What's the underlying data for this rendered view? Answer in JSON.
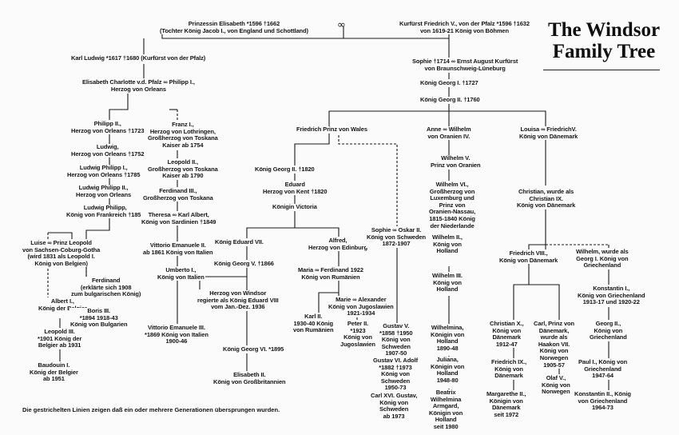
{
  "title": "The Windsor\nFamily Tree",
  "marriage_symbol": "∞",
  "footnote": "Die gestrichelten Linien zeigen daß ein oder mehrere Generationen übersprungen wurden.",
  "people": {
    "elisabeth": "Prinzessin Elisabeth *1596 †1662\n(Tochter König Jacob I., von England und Schottland)",
    "friedrich_v": "Kurfürst Friedrich V., von der Pfalz *1596 †1632\nvon 1619-21 König von Böhmen",
    "karl_ludwig": "Karl Ludwig *1617 †1680 (Kurfürst von der Pfalz)",
    "sophie": "Sophie †1714 ∞ Ernst August Kurfürst\nvon Braunschweig-Lüneburg",
    "elisabeth_charlotte": "Elisabeth Charlotte v.d. Pfalz ∞ Philipp I.,\nHerzog von Orleans",
    "georg_i": "König Georg I. †1727",
    "georg_ii": "König Georg II. †1760",
    "philipp_ii": "Philipp II.,\nHerzog von Orleans †1723",
    "franz_i": "Franz I.,\nHerzog von Lothringen,\nGroßherzog von Toskana\nKaiser ab 1754",
    "ludwig": "Ludwig,\nHerzog von Orleans †1752",
    "ludwig_philipp_1": "Ludwig Philipp I.,\nHerzog von Orleans †1785",
    "ludwig_philipp_2": "Ludwig Philipp II.,\nHerzog von Orleans",
    "ludwig_philipp": "Ludwig Philipp,\nKönig von Frankreich †1850",
    "leopold_ii": "Leopold II.,\nGroßherzog von Toskana\nKaiser ab 1790",
    "ferdinand_iii": "Ferdinand III.,\nGroßherzog von Toskana",
    "theresa": "Theresa ∞ Karl Albert,\nKönig von Sardinien †1849",
    "friedrich_prinz": "Friedrich Prinz von Wales",
    "anne": "Anne ∞ Wilhelm\nvon Oranien IV.",
    "louisa": "Louisa ∞ FriedrichV.\nKönig von Dänemark",
    "georg_iii": "König Georg II. †1820",
    "eduard_kent": "Eduard\nHerzog von Kent †1820",
    "victoria": "Königin Victoria",
    "wilhelm_v": "Wilhelm V.\nPrinz von Oranien",
    "wilhelm_vi": "Wilhelm VI.,\nGroßherzog von\nLuxemburg und\nPrinz von\nOranien-Nassau,\n1815-1840 König\nder Niederlande",
    "christian_ix": "Christian, wurde als\nChristian IX.\nKönig von Dänemark",
    "luise": "Luise ∞ Prinz Leopold\nvon Sachsen-Coburg-Gotha\n(wird 1831 als Leopold I.\nKönig von Belgien)",
    "ferdinand_bg": "Ferdinand\n(erklärte sich 1908\nzum bulgarischen König)",
    "vittorio_ii": "Vittorio Emanuele II.\nab 1861 König von Italien",
    "umberto": "Umberto I.,\nKönig von Italien",
    "eduard_vii": "König Eduard VII.",
    "alfred": "Alfred,\nHerzog von Edinburg",
    "sophie_oskar": "Sophie ∞ Oskar II.\nKönig von Schweden\n1872-1907",
    "wilhelm_ii": "Wilhelm II.,\nKönig von\nHolland",
    "friedrich_viii": "Friedrich VIII.,\nKönig von Dänemark",
    "wilhelm_georg": "Wilhelm, wurde als\nGeorg I. König von\nGriechenland",
    "georg_v": "König Georg V. †1866",
    "maria_ferdinand": "Maria ∞ Ferdinand 1922\nKönig von Rumänien",
    "wilhelm_iii": "Wilhelm III.\nKönig von\nHolland",
    "konstantin_i": "Konstantin I.,\nKönig von Griechenland\n1913-17 und 1920-22",
    "albert_i": "Albert I.,\nKönig der Belgier",
    "boris_iii": "Boris III.\n*1894 1918-43\nKönig von Bulgarien",
    "herzog_windsor": "Herzog von Windsor\nregierte als König Eduard VIII\nvom Jan.-Dez. 1936",
    "marie_alexander": "Marie ∞ Alexander\nKönig von Jugoslawien\n1921-1934",
    "gustav_v": "Gustav V.\n*1858 †1950\nKönig von\nSchweden\n1907-50",
    "leopold_iii": "Leopold III.\n*1901 König der\nBelgier ab 1931",
    "vittorio_iii": "Vittorio Emanuele III.\n*1869 König von Italien\n1900-46",
    "karl_ii": "Karl II.\n1930-40 König\nvon Rumänien",
    "peter_ii": "Peter II.\n*1923\nKönig von\nJugoslawien",
    "wilhelmina": "Wilhelmina,\nKönigin von\nHolland\n1890-48",
    "christian_x": "Christian X.,\nKönig von\nDänemark\n1912-47",
    "carl_haakon": "Carl, Prinz von\nDänemark,\nwurde als\nHaakon VII.\nKönig von\nNorwegen\n1905-57",
    "georg_ii_gr": "Georg II.,\nKönig von\nGriechenland",
    "georg_vi": "König Georg VI. *1895",
    "gustav_vi": "Gustav VI. Adolf\n*1882 †1973\nKönig von\nSchweden\n1950-73",
    "juliana": "Juliana,\nKönigin von\nHolland\n1948-80",
    "friedrich_ix": "Friedrich IX.,\nKönig von\nDänemark",
    "olaf_v": "Olaf V.,\nKönig von\nNorwegen",
    "paul_i": "Paul I., König von\nGriechenland\n1947-64",
    "baudouin": "Baudouin I.\nKönig der Belgier\nab 1951",
    "elisabeth_ii": "Elisabeth II.\nKönig von Großbritannien",
    "carl_xvi": "Carl XVI. Gustav,\nKönig von\nSchweden\nab 1973",
    "beatrix": "Beatrix\nWilhelmina\nArmgard,\nKönigin von\nHolland\nseit 1980",
    "margarethe": "Margarethe II.,\nKönigin von\nDänemark\nseit 1972",
    "konstantin_ii": "Konstantin II., König\nvon Griechenland\n1964-73"
  }
}
